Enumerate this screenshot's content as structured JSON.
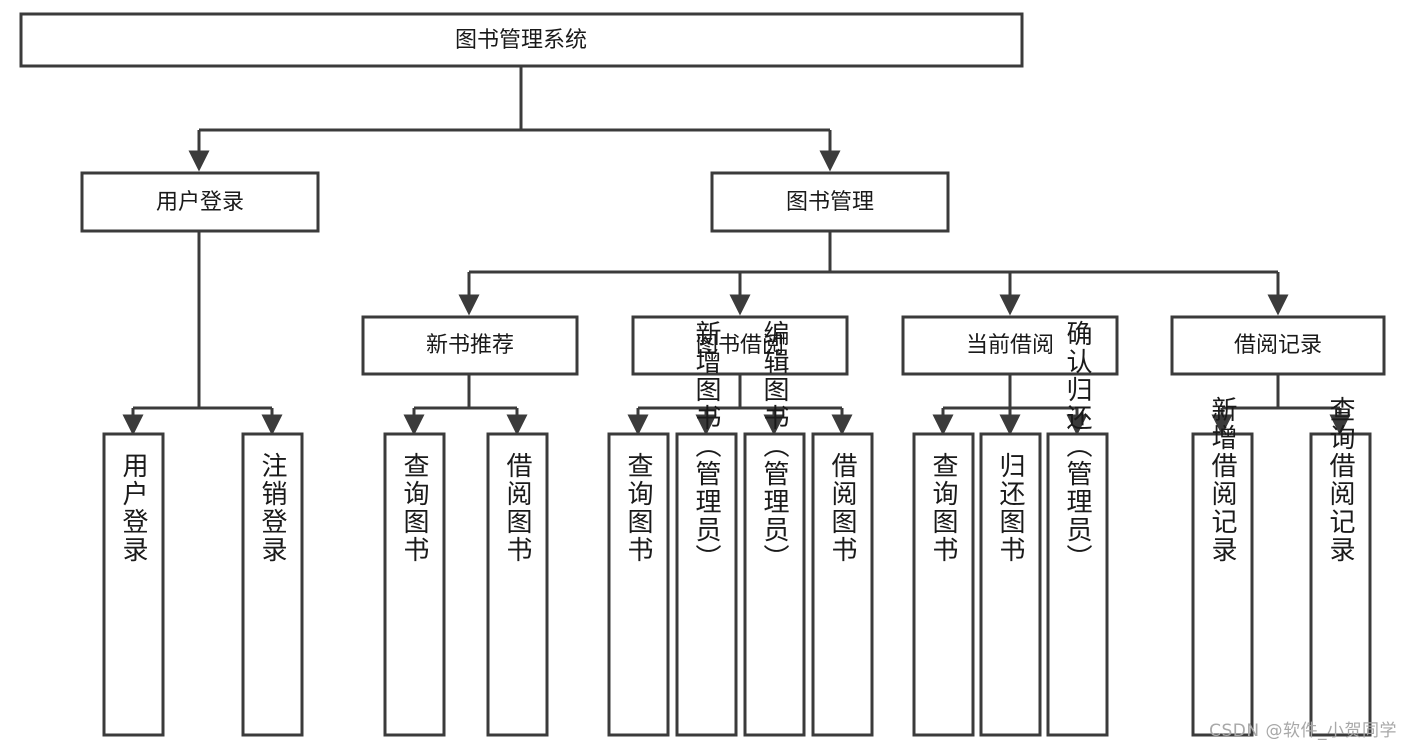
{
  "diagram": {
    "type": "tree-hierarchy-chart",
    "title": "图书管理系统",
    "orientation": "top-down",
    "colors": {
      "box_stroke": "#3b3b3b",
      "box_fill": "#ffffff",
      "line": "#3b3b3b",
      "text": "#1a1a1a",
      "watermark": "#a8a8a8",
      "background": "#ffffff"
    },
    "root": {
      "label": "图书管理系统",
      "level": 1
    },
    "level2": [
      {
        "label": "用户登录"
      },
      {
        "label": "图书管理"
      }
    ],
    "level3": [
      {
        "label": "新书推荐",
        "parent": "图书管理"
      },
      {
        "label": "图书借阅",
        "parent": "图书管理"
      },
      {
        "label": "当前借阅",
        "parent": "图书管理"
      },
      {
        "label": "借阅记录",
        "parent": "图书管理"
      }
    ],
    "leaves": {
      "用户登录": [
        {
          "label": "用户登录"
        },
        {
          "label": "注销登录"
        }
      ],
      "新书推荐": [
        {
          "label": "查询图书"
        },
        {
          "label": "借阅图书"
        }
      ],
      "图书借阅": [
        {
          "label": "查询图书"
        },
        {
          "label": "新增图书（管理员）"
        },
        {
          "label": "编辑图书（管理员）"
        },
        {
          "label": "借阅图书"
        }
      ],
      "当前借阅": [
        {
          "label": "查询图书"
        },
        {
          "label": "归还图书"
        },
        {
          "label": "确认归还（管理员）"
        }
      ],
      "借阅记录": [
        {
          "label": "新增借阅记录"
        },
        {
          "label": "查询借阅记录"
        }
      ]
    }
  },
  "watermark": {
    "text": "CSDN @软件_小贺同学"
  }
}
